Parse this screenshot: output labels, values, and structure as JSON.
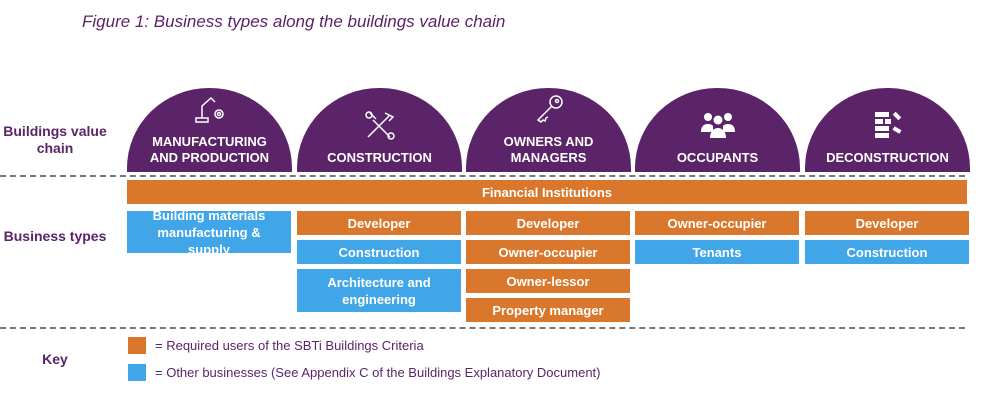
{
  "title": "Figure 1: Business types along the buildings value chain",
  "labels": {
    "value_chain": "Buildings value chain",
    "business_types": "Business types",
    "key": "Key"
  },
  "stages": [
    {
      "label1": "MANUFACTURING",
      "label2": "AND PRODUCTION",
      "icon": "robot-arm-gear-icon"
    },
    {
      "label1": "CONSTRUCTION",
      "label2": "",
      "icon": "wrench-hammer-icon"
    },
    {
      "label1": "OWNERS AND",
      "label2": "MANAGERS",
      "icon": "key-icon"
    },
    {
      "label1": "OCCUPANTS",
      "label2": "",
      "icon": "people-icon"
    },
    {
      "label1": "DECONSTRUCTION",
      "label2": "",
      "icon": "bricks-icon"
    }
  ],
  "financial": "Financial Institutions",
  "columns": [
    [
      {
        "label": "Building materials manufacturing & supply",
        "type": "other"
      }
    ],
    [
      {
        "label": "Developer",
        "type": "required"
      },
      {
        "label": "Construction",
        "type": "other"
      },
      {
        "label": "Architecture and engineering",
        "type": "other"
      }
    ],
    [
      {
        "label": "Developer",
        "type": "required"
      },
      {
        "label": "Owner-occupier",
        "type": "required"
      },
      {
        "label": "Owner-lessor",
        "type": "required"
      },
      {
        "label": "Property manager",
        "type": "required"
      }
    ],
    [
      {
        "label": "Owner-occupier",
        "type": "required"
      },
      {
        "label": "Tenants",
        "type": "other"
      }
    ],
    [
      {
        "label": "Developer",
        "type": "required"
      },
      {
        "label": "Construction",
        "type": "other"
      }
    ]
  ],
  "key": {
    "required": "= Required users of the SBTi Buildings Criteria",
    "other": "= Other businesses (See Appendix C of the Buildings Explanatory Document)"
  },
  "colors": {
    "purple": "#5b2468",
    "orange": "#d9782d",
    "blue": "#41a6e8"
  }
}
